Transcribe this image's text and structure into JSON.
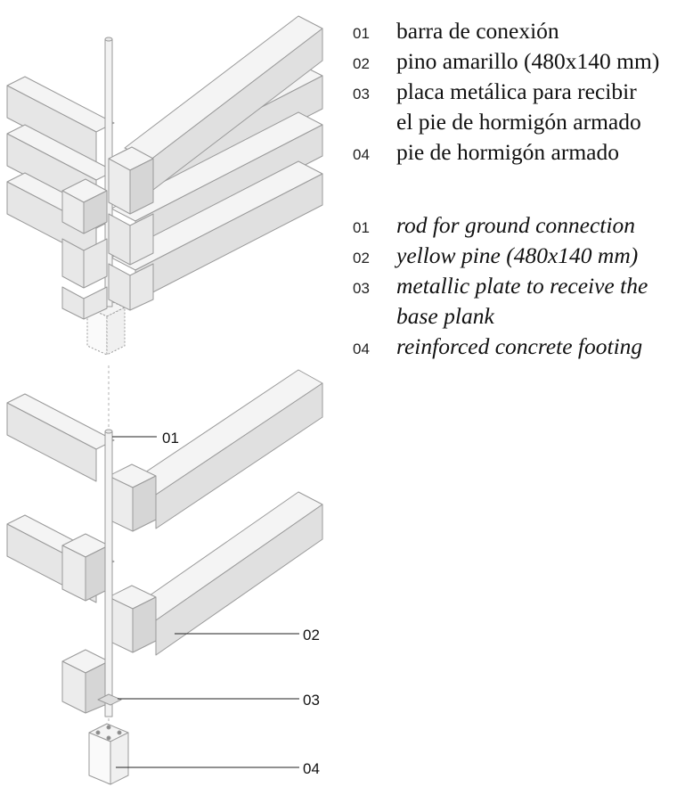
{
  "legend_es": [
    {
      "num": "01",
      "text": "barra de conexión"
    },
    {
      "num": "02",
      "text": "pino amarillo (480x140 mm)"
    },
    {
      "num": "03",
      "text": "placa metálica para recibir\nel pie de hormigón armado"
    },
    {
      "num": "04",
      "text": "pie de hormigón armado"
    }
  ],
  "legend_en": [
    {
      "num": "01",
      "text": "rod for ground connection"
    },
    {
      "num": "02",
      "text": "yellow pine (480x140 mm)"
    },
    {
      "num": "03",
      "text": "metallic plate to receive the\nbase plank"
    },
    {
      "num": "04",
      "text": "reinforced concrete footing"
    }
  ],
  "callouts": [
    "01",
    "02",
    "03",
    "04"
  ],
  "colors": {
    "face_light": "#f4f4f4",
    "face_mid": "#e6e6e6",
    "face_dark": "#d4d4d4",
    "edge": "#9a9a9a"
  }
}
